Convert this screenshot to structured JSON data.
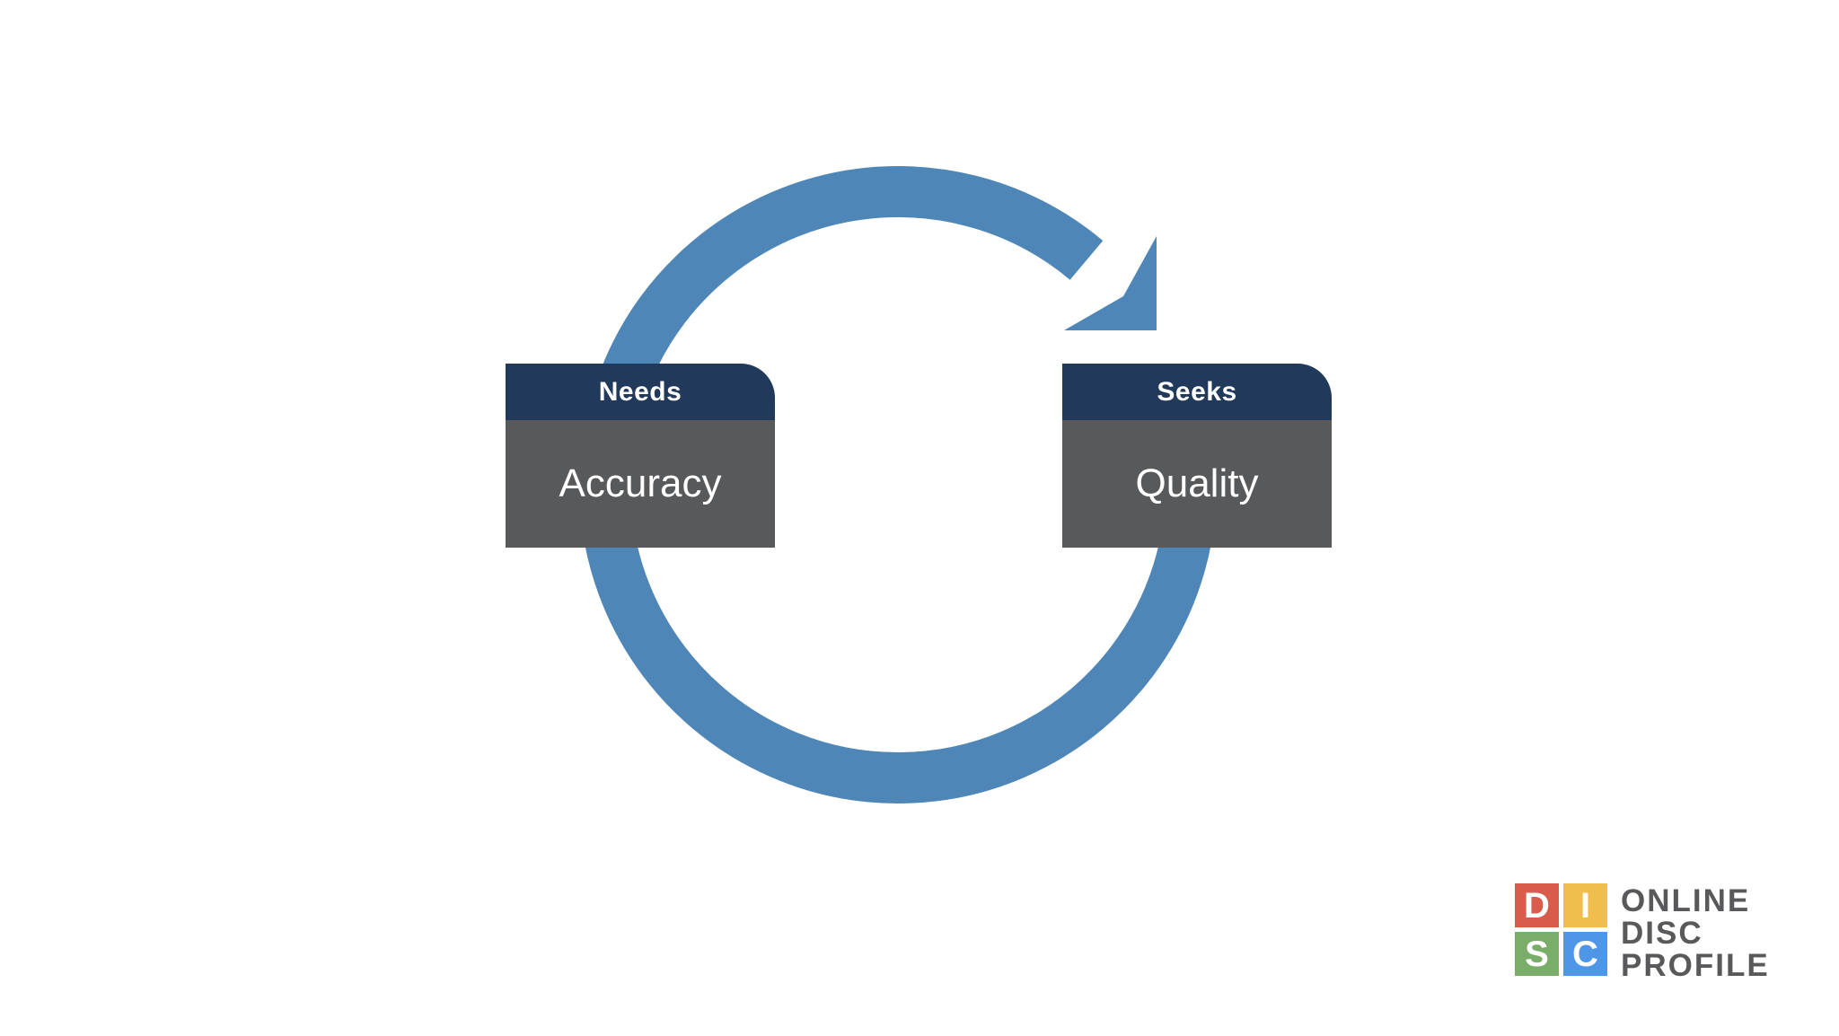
{
  "page": {
    "background": "#FFFFFF"
  },
  "colors": {
    "arrow_blue": "#4E86B8",
    "card_header_navy": "#21395A",
    "card_body_gray": "#58595B",
    "card_text_white": "#FFFFFF",
    "logo_d_red": "#D95B4C",
    "logo_i_yellow": "#EFBE4D",
    "logo_s_green": "#7AAD69",
    "logo_c_blue": "#4E96E8",
    "logo_text_gray": "#59595B"
  },
  "diagram": {
    "type": "cycle",
    "arrow_icon": "clockwise-cycle-arrow",
    "cards": [
      {
        "header": "Needs",
        "body": "Accuracy"
      },
      {
        "header": "Seeks",
        "body": "Quality"
      }
    ]
  },
  "logo": {
    "grid_letters": [
      "D",
      "I",
      "S",
      "C"
    ],
    "text_lines": [
      "ONLINE",
      "DISC",
      "PROFILE"
    ]
  }
}
